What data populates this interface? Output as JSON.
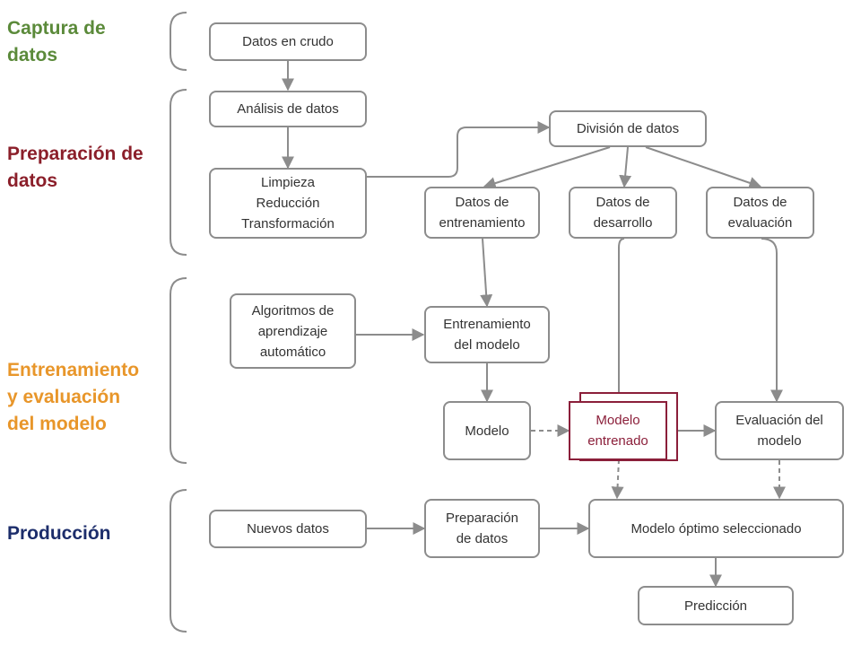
{
  "stages": {
    "capture": "Captura de\ndatos",
    "preparation": "Preparación de\ndatos",
    "training": "Entrenamiento\ny evaluación\ndel modelo",
    "production": "Producción"
  },
  "boxes": {
    "raw_data": "Datos en crudo",
    "data_analysis": "Análisis de datos",
    "cleaning": "Limpieza\nReducción\nTransformación",
    "data_split": "División de datos",
    "training_data": "Datos de\nentrenamiento",
    "dev_data": "Datos de\ndesarrollo",
    "eval_data": "Datos de\nevaluación",
    "ml_algorithms": "Algoritmos de\naprendizaje\nautomático",
    "model_training": "Entrenamiento\ndel modelo",
    "model": "Modelo",
    "trained_model": "Modelo\nentrenado",
    "model_evaluation": "Evaluación del\nmodelo",
    "new_data": "Nuevos datos",
    "data_preparation": "Preparación\nde datos",
    "optimal_model": "Modelo óptimo seleccionado",
    "prediction": "Predicción"
  },
  "colors": {
    "capture": "#5b8a3a",
    "preparation": "#8b1f2a",
    "training": "#e8962a",
    "production": "#1c2d6b",
    "highlight": "#8b1f3a",
    "connector": "#8c8c8c"
  }
}
